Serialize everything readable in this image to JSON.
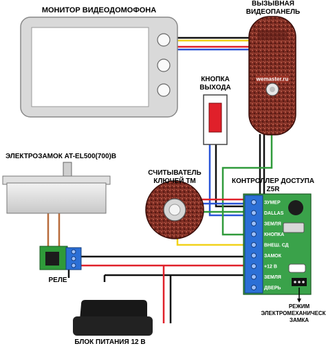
{
  "labels": {
    "monitor": "МОНИТОР ВИДЕОДОМОФОНА",
    "panel_line1": "ВЫЗЫВНАЯ",
    "panel_line2": "ВИДЕОПАНЕЛЬ",
    "panel_brand": "wemaster.ru",
    "exit_line1": "КНОПКА",
    "exit_line2": "ВЫХОДА",
    "lock": "ЭЛЕКТРОЗАМОК AT-EL500(700)B",
    "reader_line1": "СЧИТЫВАТЕЛЬ",
    "reader_line2": "КЛЮЧЕЙ ТМ",
    "controller_line1": "КОНТРОЛЛЕР ДОСТУПА",
    "controller_line2": "Z5R",
    "relay": "РЕЛЕ",
    "power": "БЛОК ПИТАНИЯ 12 В",
    "mode_line1": "РЕЖИМ",
    "mode_line2": "ЭЛЕКТРОМЕХАНИЧЕСКОГО",
    "mode_line3": "ЗАМКА"
  },
  "controller_terminals": [
    "ЗУМЕР",
    "DALLAS",
    "ЗЕМЛЯ",
    "КНОПКА",
    "ВНЕШ. СД",
    "ЗАМОК",
    "+12 В",
    "ЗЕМЛЯ",
    "ДВЕРЬ"
  ],
  "colors": {
    "board": "#3aa24a",
    "terminal": "#2b6fd6",
    "wire_red": "#e0202a",
    "wire_black": "#111111",
    "wire_green": "#2f9a3a",
    "wire_yellow": "#f1d21a",
    "wire_brown": "#b86b3a",
    "wire_blue": "#2a55d8",
    "panel_body": "#8a2a22",
    "monitor_frame": "#d9d9d9"
  }
}
